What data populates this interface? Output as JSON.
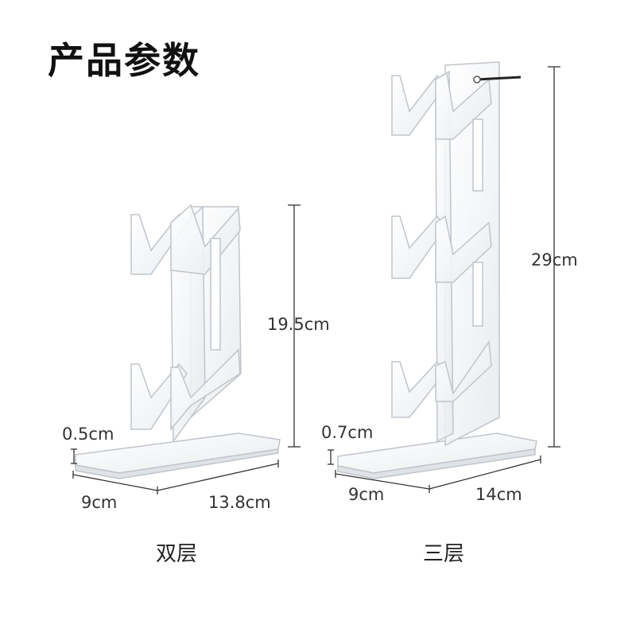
{
  "title": "产品参数",
  "products": [
    {
      "caption": "双层",
      "height": "19.5cm",
      "thickness": "0.5cm",
      "depth": "9cm",
      "width": "13.8cm"
    },
    {
      "caption": "三层",
      "height": "29cm",
      "thickness": "0.7cm",
      "depth": "9cm",
      "width": "14cm"
    }
  ],
  "colors": {
    "acrylic_edge": "#c9ced3",
    "acrylic_fill": "#f4f6f8",
    "dimension_line": "#333333"
  }
}
